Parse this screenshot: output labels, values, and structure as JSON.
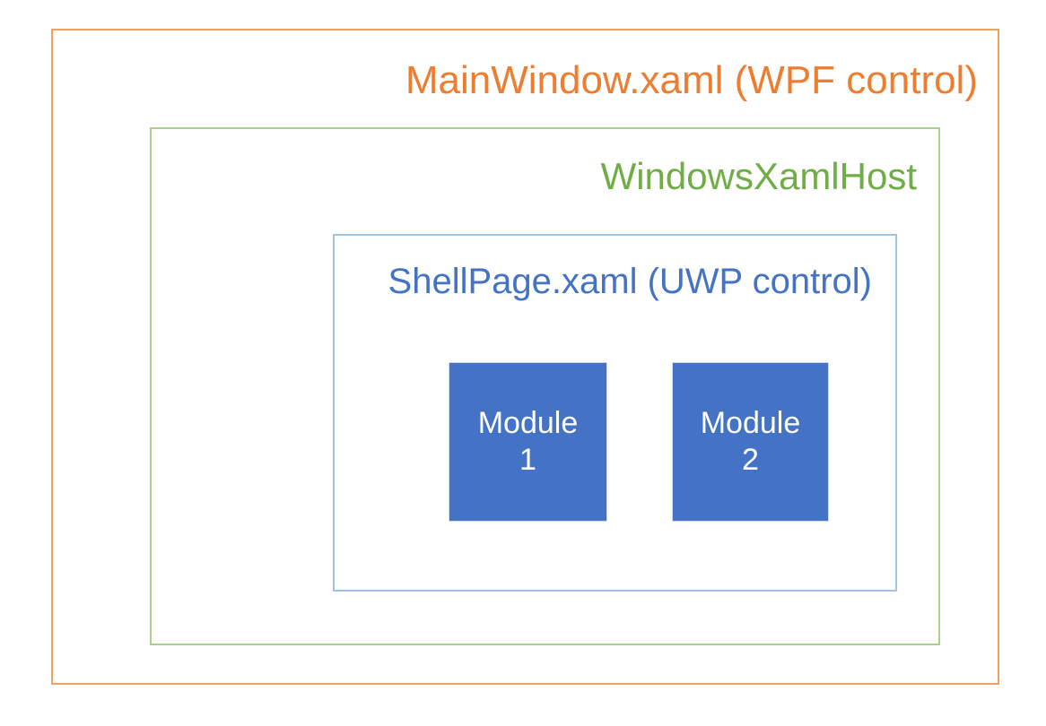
{
  "diagram": {
    "type": "nested-containment-diagram",
    "background_color": "#FFFFFF",
    "layers": [
      {
        "id": "mainwindow",
        "label": "MainWindow.xaml (WPF control)",
        "text_color": "#ED7D31",
        "border_color": "#F0A262",
        "level": 1
      },
      {
        "id": "windowsxamlhost",
        "label": "WindowsXamlHost",
        "text_color": "#70AD47",
        "border_color": "#A9D18E",
        "level": 2
      },
      {
        "id": "shellpage",
        "label": "ShellPage.xaml (UWP control)",
        "text_color": "#4472C4",
        "border_color": "#9DC3E6",
        "level": 3
      }
    ],
    "modules": [
      {
        "id": "module-1",
        "line1": "Module",
        "line2": "1",
        "fill_color": "#4472C4",
        "text_color": "#FFFFFF"
      },
      {
        "id": "module-2",
        "line1": "Module",
        "line2": "2",
        "fill_color": "#4472C4",
        "text_color": "#FFFFFF"
      }
    ]
  }
}
